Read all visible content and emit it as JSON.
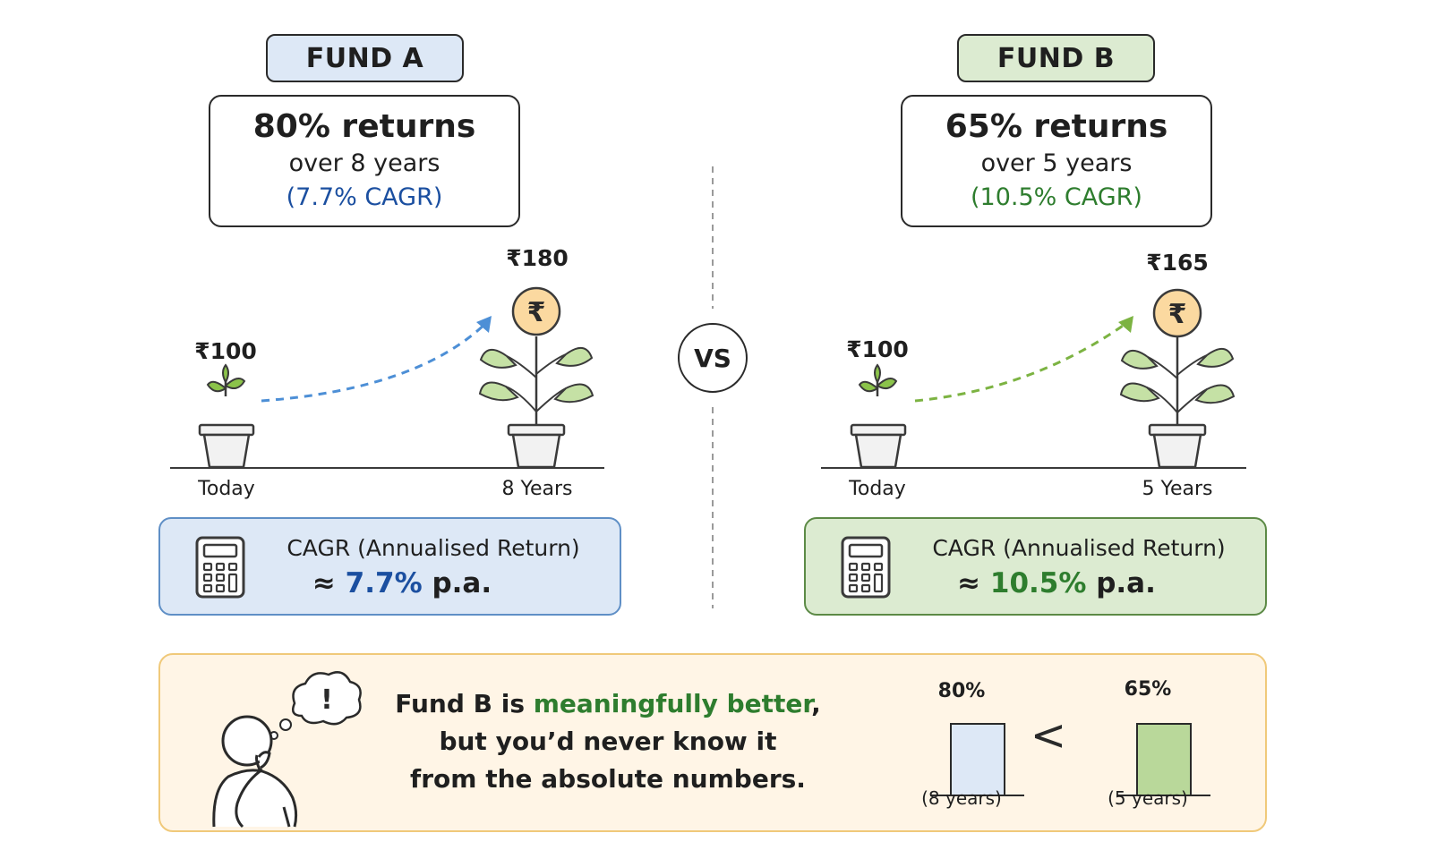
{
  "colors": {
    "fund_a_accent": "#1b4fa0",
    "fund_b_accent": "#2e7d2e",
    "fund_a_fill": "#dde8f6",
    "fund_b_fill": "#dcebd1",
    "bottom_fill": "#fff5e6",
    "bottom_border": "#f0c97a"
  },
  "fund_a": {
    "tag": "FUND A",
    "headline": "80% returns",
    "period": "over 8 years",
    "cagr_short": "(7.7% CAGR)",
    "start_amount": "₹100",
    "end_amount": "₹180",
    "start_label": "Today",
    "end_label": "8 Years",
    "cagr_title": "CAGR (Annualised Return)",
    "cagr_prefix": "≈",
    "cagr_value": "7.7%",
    "cagr_suffix": "p.a.",
    "icons": [
      "sprout-icon",
      "plant-icon",
      "rupee-coin-icon",
      "calculator-icon"
    ]
  },
  "fund_b": {
    "tag": "FUND B",
    "headline": "65% returns",
    "period": "over 5 years",
    "cagr_short": "(10.5% CAGR)",
    "start_amount": "₹100",
    "end_amount": "₹165",
    "start_label": "Today",
    "end_label": "5 Years",
    "cagr_title": "CAGR (Annualised Return)",
    "cagr_prefix": "≈",
    "cagr_value": "10.5%",
    "cagr_suffix": "p.a.",
    "icons": [
      "sprout-icon",
      "plant-icon",
      "rupee-coin-icon",
      "calculator-icon"
    ]
  },
  "vs_label": "VS",
  "bottom": {
    "line1_prefix": "Fund B is ",
    "line1_highlight": "meaningfully better",
    "line1_suffix": ",",
    "line2": "but you’d never know it",
    "line3": "from the absolute numbers.",
    "comparator": "<",
    "bar_a": {
      "label": "80%",
      "value": 80,
      "period": "(8 years)"
    },
    "bar_b": {
      "label": "65%",
      "value": 65,
      "period": "(5 years)"
    },
    "icons": [
      "thinking-person-icon",
      "thought-bubble-icon"
    ],
    "thought_mark": "!"
  }
}
